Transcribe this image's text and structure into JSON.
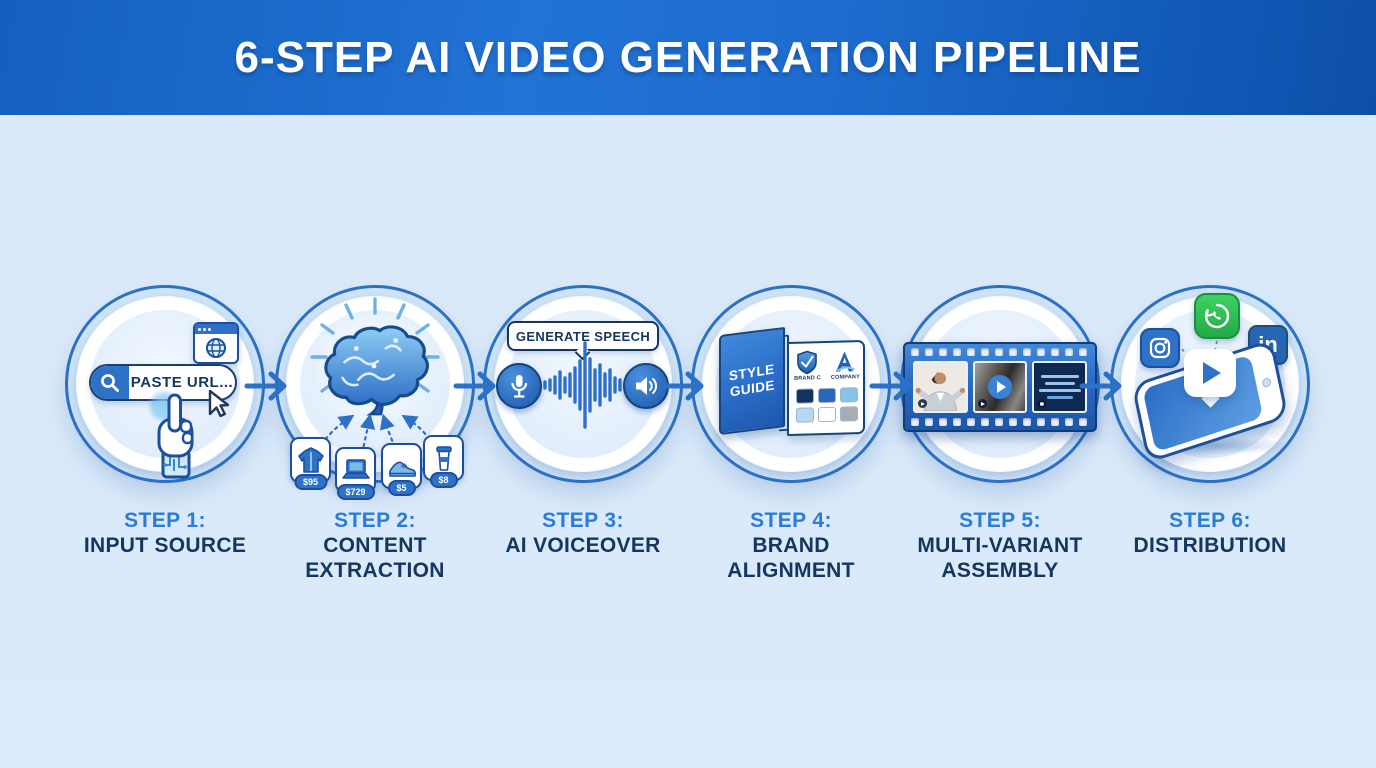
{
  "header": {
    "title": "6-STEP AI VIDEO GENERATION PIPELINE"
  },
  "steps": [
    {
      "step_label": "STEP 1:",
      "lines": [
        "INPUT SOURCE"
      ]
    },
    {
      "step_label": "STEP 2:",
      "lines": [
        "CONTENT",
        "EXTRACTION"
      ]
    },
    {
      "step_label": "STEP 3:",
      "lines": [
        "AI VOICEOVER"
      ]
    },
    {
      "step_label": "STEP 4:",
      "lines": [
        "BRAND",
        "ALIGNMENT"
      ]
    },
    {
      "step_label": "STEP 5:",
      "lines": [
        "MULTI-VARIANT",
        "ASSEMBLY"
      ]
    },
    {
      "step_label": "STEP 6:",
      "lines": [
        "DISTRIBUTION"
      ]
    }
  ],
  "step1": {
    "url_placeholder": "PASTE URL..."
  },
  "step2": {
    "products": [
      {
        "item": "jacket",
        "price": "$95"
      },
      {
        "item": "laptop",
        "price": "$729"
      },
      {
        "item": "sneaker",
        "price": "$5"
      },
      {
        "item": "coffee-cup",
        "price": "$8"
      }
    ]
  },
  "step3": {
    "bubble_label": "GENERATE SPEECH"
  },
  "step4": {
    "book_title_lines": [
      "STYLE",
      "GUIDE"
    ],
    "logos": [
      {
        "name": "shield-logo",
        "caption": "BRAND C"
      },
      {
        "name": "a-logo",
        "caption": "COMPANY"
      }
    ],
    "palette": [
      "#13345c",
      "#2a66bc",
      "#85c3e8",
      "#b8d7f0",
      "#ffffff",
      "#a7adb4"
    ]
  },
  "step5": {
    "frames": [
      "presenter-clip",
      "play-preview-clip",
      "text-slide-clip"
    ]
  },
  "step6": {
    "social": [
      "instagram",
      "whatsapp",
      "linkedin"
    ],
    "linkedin_label": "in"
  },
  "colors": {
    "header_blue": "#1a63c4",
    "accent_blue": "#2b71c6",
    "step_number_blue": "#2a7cd4",
    "step_name_navy": "#14365f",
    "whatsapp_green": "#2fc356",
    "background": "#dcebfb"
  }
}
